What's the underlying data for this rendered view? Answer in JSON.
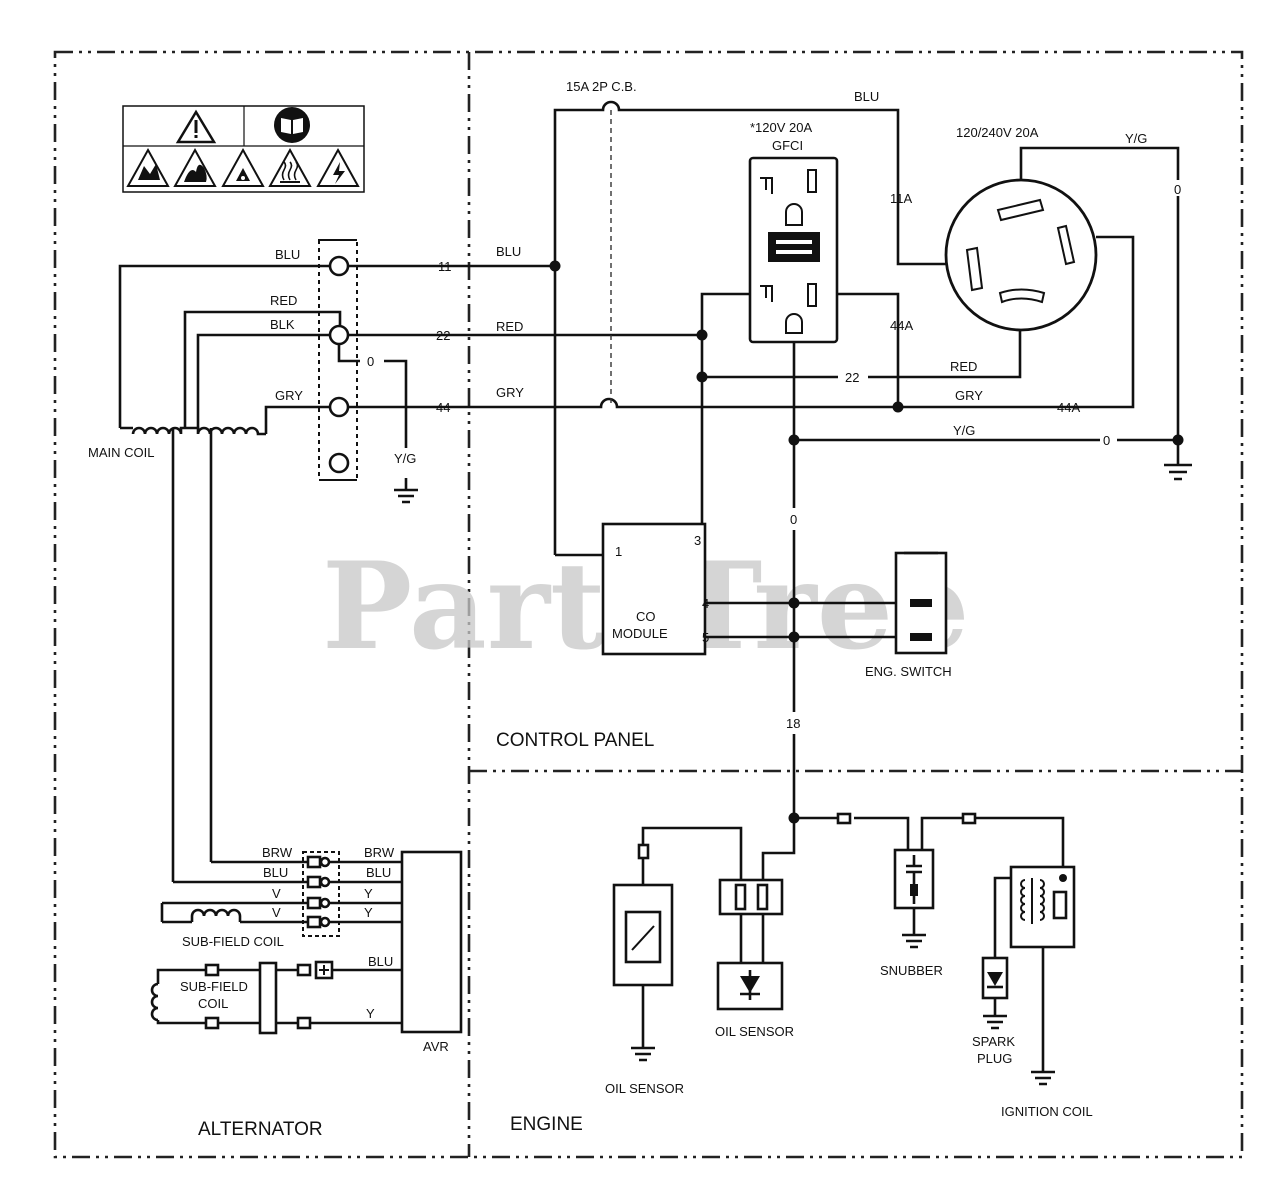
{
  "watermark": "PartsTree",
  "sections": {
    "alternator": "ALTERNATOR",
    "control_panel": "CONTROL PANEL",
    "engine": "ENGINE"
  },
  "wire_labels": {
    "blu": "BLU",
    "red": "RED",
    "blk": "BLK",
    "gry": "GRY",
    "yg": "Y/G",
    "brw": "BRW",
    "v": "V",
    "y": "Y"
  },
  "wire_numbers": {
    "n11": "11",
    "n22": "22",
    "n44": "44",
    "n0": "0",
    "n11a": "11A",
    "n44a": "44A",
    "n18": "18"
  },
  "components": {
    "breaker": "15A 2P C.B.",
    "gfci_line1": "*120V 20A",
    "gfci_line2": "GFCI",
    "twistlock": "120/240V 20A",
    "main_coil": "MAIN COIL",
    "sub_field_coil": "SUB-FIELD COIL",
    "sub_field_line1": "SUB-FIELD",
    "sub_field_line2": "COIL",
    "avr": "AVR",
    "co_line1": "CO",
    "co_line2": "MODULE",
    "co_pin1": "1",
    "co_pin3": "3",
    "co_pin4": "4",
    "co_pin5": "5",
    "eng_switch": "ENG. SWITCH",
    "oil_sensor": "OIL SENSOR",
    "snubber": "SNUBBER",
    "spark_line1": "SPARK",
    "spark_line2": "PLUG",
    "ignition_coil": "IGNITION COIL"
  },
  "icons": [
    "warning-icon",
    "manual-icon",
    "explosion-icon",
    "fire-icon",
    "shock-hazard-icon",
    "hot-surface-icon",
    "electric-icon"
  ]
}
